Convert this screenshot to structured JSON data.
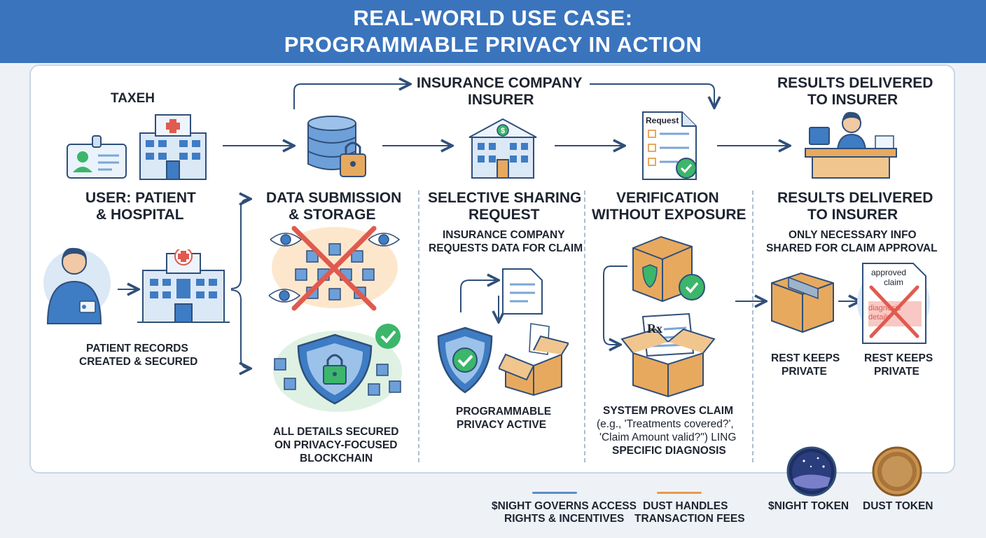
{
  "title": {
    "line1": "REAL-WORLD USE CASE:",
    "line2": "PROGRAMMABLE PRIVACY IN ACTION"
  },
  "top_row": {
    "taxeh_label": "TAXEH",
    "insurer_line1": "INSURANCE COMPANY",
    "insurer_line2": "INSURER",
    "results_line1": "RESULTS DELIVERED",
    "results_line2": "TO INSURER",
    "request_doc_label": "Request"
  },
  "col1": {
    "heading_line1": "USER: PATIENT",
    "heading_line2": "& HOSPITAL",
    "caption_line1": "PATIENT RECORDS",
    "caption_line2": "CREATED & SECURED"
  },
  "col2": {
    "heading_line1": "DATA SUBMISSION",
    "heading_line2": "& STORAGE",
    "caption_line1": "ALL DETAILS SECURED",
    "caption_line2": "ON PRIVACY-FOCUSED",
    "caption_line3": "BLOCKCHAIN"
  },
  "col3": {
    "heading_line1": "SELECTIVE SHARING",
    "heading_line2": "REQUEST",
    "sub_line1": "INSURANCE COMPANY",
    "sub_line2": "REQUESTS DATA FOR CLAIM",
    "caption_line1": "PROGRAMMABLE",
    "caption_line2": "PRIVACY ACTIVE"
  },
  "col4": {
    "heading_line1": "VERIFICATION",
    "heading_line2": "WITHOUT EXPOSURE",
    "rx_label": "Rx",
    "caption_line1": "SYSTEM PROVES CLAIM",
    "caption_line2": "(e.g., 'Treatments covered?',",
    "caption_line3": "'Claim Amount valid?\") LING",
    "caption_line4": "SPECIFIC DIAGNOSIS"
  },
  "col5": {
    "heading_line1": "RESULTS DELIVERED",
    "heading_line2": "TO INSURER",
    "sub_line1": "ONLY NECESSARY INFO",
    "sub_line2": "SHARED FOR CLAIM APPROVAL",
    "doc_line1": "approved",
    "doc_line2": "claim",
    "doc_line3": "diagnosis",
    "doc_line4": "details",
    "left_caption_line1": "REST KEEPS",
    "left_caption_line2": "PRIVATE",
    "right_caption_line1": "REST KEEPS",
    "right_caption_line2": "PRIVATE"
  },
  "legend": {
    "night_line1": "$NIGHT GOVERNS ACCESS",
    "night_line2": "RIGHTS & INCENTIVES",
    "night_color": "#5a8cc8",
    "dust_line1": "DUST HANDLES",
    "dust_line2": "TRANSACTION FEES",
    "dust_color": "#e89a4a",
    "night_token": "$NIGHT TOKEN",
    "dust_token": "DUST TOKEN"
  },
  "colors": {
    "banner": "#3a74bd",
    "panel_border": "#c9d6e6",
    "blue": "#3e7cc4",
    "orange": "#e7a95e",
    "red": "#e05a4f",
    "green": "#3bb66a",
    "navy": "#2f4f7a"
  },
  "icons": [
    "id-card-icon",
    "hospital-icon",
    "database-lock-icon",
    "bank-icon",
    "request-document-icon",
    "receptionist-icon",
    "patient-icon",
    "blocked-network-icon",
    "shield-network-icon",
    "shield-check-icon",
    "open-box-icon",
    "sealed-box-icon",
    "rx-box-icon",
    "package-icon",
    "approved-claim-icon",
    "night-token-icon",
    "dust-token-icon"
  ]
}
